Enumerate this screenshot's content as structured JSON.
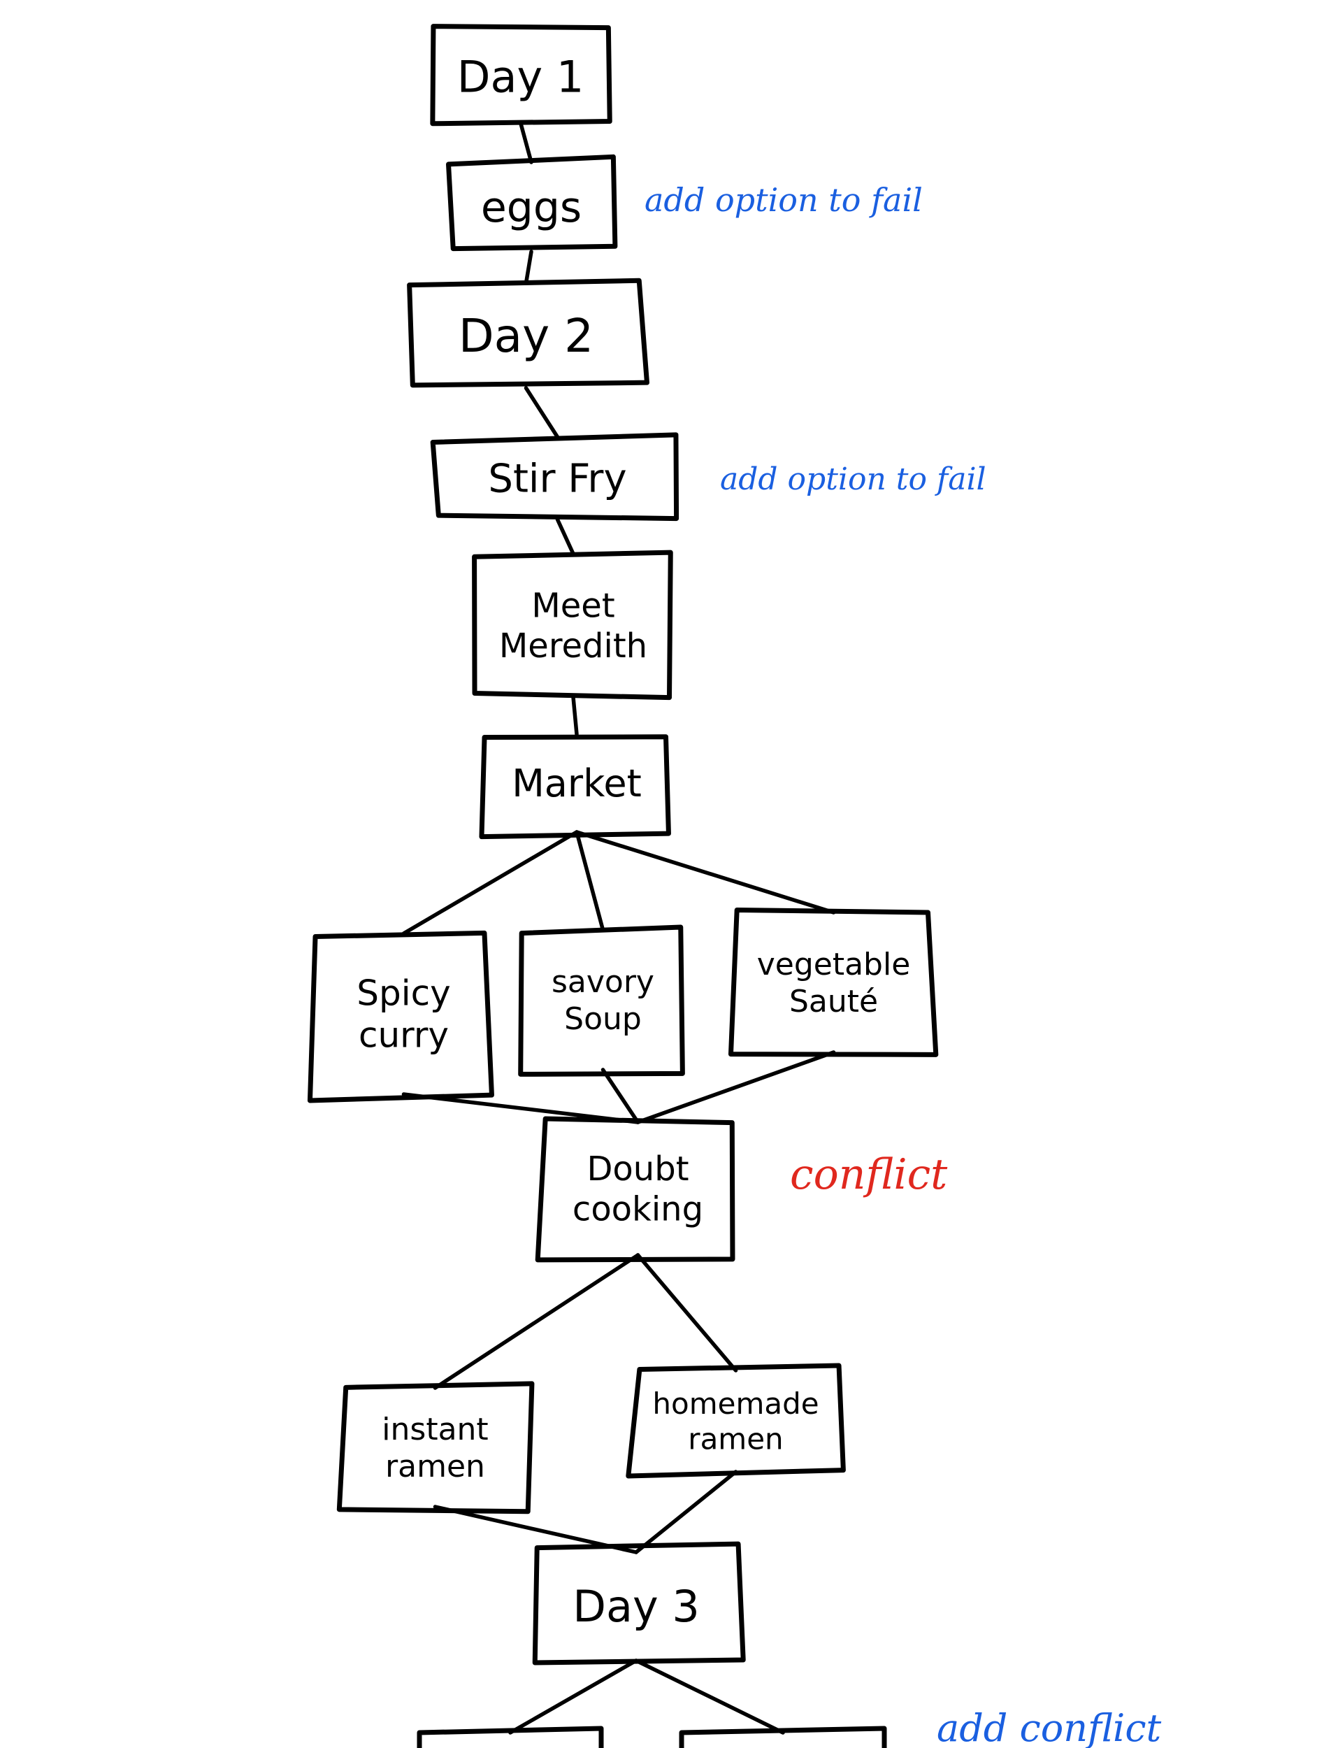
{
  "nodes": {
    "day1": {
      "lines": [
        "Day 1"
      ]
    },
    "eggs": {
      "lines": [
        "eggs"
      ]
    },
    "day2": {
      "lines": [
        "Day 2"
      ]
    },
    "stir_fry": {
      "lines": [
        "Stir Fry"
      ]
    },
    "meet_meredith": {
      "lines": [
        "Meet",
        "Meredith"
      ]
    },
    "market": {
      "lines": [
        "Market"
      ]
    },
    "spicy_curry": {
      "lines": [
        "Spicy",
        "curry"
      ]
    },
    "savory_soup": {
      "lines": [
        "savory",
        "Soup"
      ]
    },
    "vegetable_saute": {
      "lines": [
        "vegetable",
        "Sauté"
      ]
    },
    "doubt_cooking": {
      "lines": [
        "Doubt",
        "cooking"
      ]
    },
    "instant_ramen": {
      "lines": [
        "instant",
        "ramen"
      ]
    },
    "homemade_ramen": {
      "lines": [
        "homemade",
        "ramen"
      ]
    },
    "day3": {
      "lines": [
        "Day 3"
      ]
    }
  },
  "notes": {
    "eggs_note": {
      "text": "add option to fail",
      "color": "#1a5fe0"
    },
    "stir_fry_note": {
      "text": "add option to fail",
      "color": "#1a5fe0"
    },
    "doubt_note": {
      "text": "conflict",
      "color": "#e0281e"
    },
    "bottom_note": {
      "text": "add conflict",
      "color": "#1a5fe0"
    }
  },
  "edges": [
    [
      "day1",
      "eggs"
    ],
    [
      "eggs",
      "day2"
    ],
    [
      "day2",
      "stir_fry"
    ],
    [
      "stir_fry",
      "meet_meredith"
    ],
    [
      "meet_meredith",
      "market"
    ],
    [
      "market",
      "spicy_curry"
    ],
    [
      "market",
      "savory_soup"
    ],
    [
      "market",
      "vegetable_saute"
    ],
    [
      "spicy_curry",
      "doubt_cooking"
    ],
    [
      "savory_soup",
      "doubt_cooking"
    ],
    [
      "vegetable_saute",
      "doubt_cooking"
    ],
    [
      "doubt_cooking",
      "instant_ramen"
    ],
    [
      "doubt_cooking",
      "homemade_ramen"
    ],
    [
      "instant_ramen",
      "day3"
    ],
    [
      "homemade_ramen",
      "day3"
    ],
    [
      "day3",
      "bottom_left"
    ],
    [
      "day3",
      "bottom_right"
    ]
  ]
}
